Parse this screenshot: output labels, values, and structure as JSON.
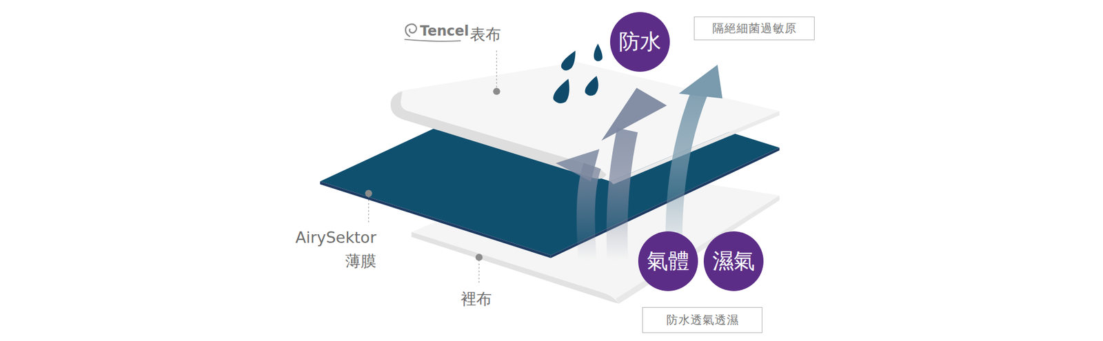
{
  "diagram": {
    "nodes": [
      {
        "text": [
          "隔絕細菌過敏原"
        ]
      },
      {
        "text": [
          "防水"
        ]
      },
      {
        "text": [
          "氣體"
        ]
      },
      {
        "text": [
          "濕氣"
        ]
      },
      {
        "text": [
          "防水透氣透濕"
        ]
      }
    ],
    "labels": [
      "Tencel",
      "表布",
      "AirySektor 薄膜",
      "裡布"
    ]
  }
}
